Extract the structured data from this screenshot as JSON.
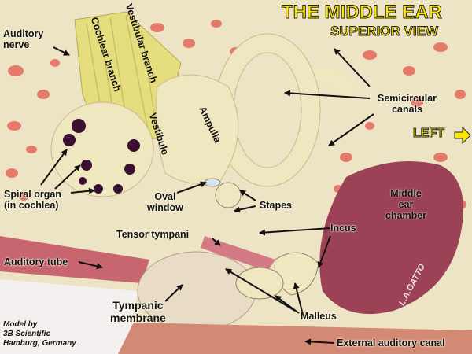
{
  "title": "THE MIDDLE EAR",
  "subtitle": "SUPERIOR VIEW",
  "direction_label": "LEFT",
  "labels": {
    "auditory_nerve": "Auditory\nnerve",
    "cochlear_branch": "Cochlear branch",
    "vestibular_branch": "Vestibular branch",
    "vestibule": "Vestibule",
    "ampulla": "Ampulla",
    "semicircular_canals": "Semicircular\ncanals",
    "spiral_organ": "Spiral organ\n(in cochlea)",
    "oval_window": "Oval\nwindow",
    "stapes": "Stapes",
    "middle_ear_chamber": "Middle\near\nchamber",
    "tensor_tympani": "Tensor tympani",
    "incus": "Incus",
    "auditory_tube": "Auditory tube",
    "tympanic_membrane": "Tympanic\nmembrane",
    "malleus": "Malleus",
    "external_auditory_canal": "External auditory canal"
  },
  "credit": "Model by\n3B Scientific\nHamburg, Germany",
  "signature": "L.A.GATTO",
  "colors": {
    "title_yellow": "#ffe600",
    "bone": "#efe7c0",
    "chamber": "#9c4257",
    "muscle": "#c96a72"
  }
}
